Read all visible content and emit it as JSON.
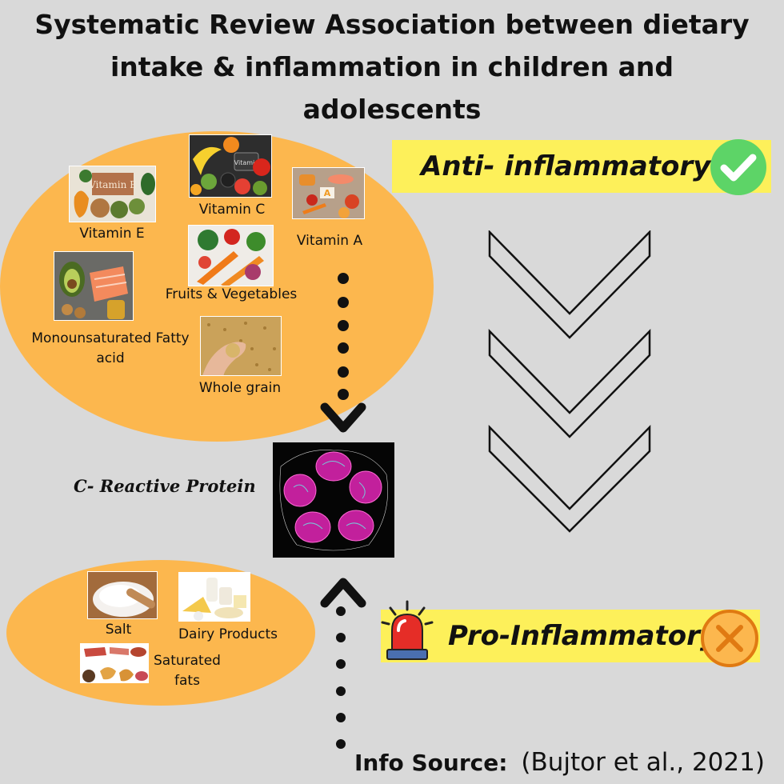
{
  "title": "Systematic Review Association between dietary intake & inflammation in children and adolescents",
  "anti": {
    "label": "Anti- inflammatory",
    "badge_color": "#5dd467",
    "items": {
      "vitamin_e": "Vitamin E",
      "vitamin_c": "Vitamin C",
      "vitamin_a": "Vitamin A",
      "fruits_vegetables": "Fruits & Vegetables",
      "mufa": "Monounsaturated Fatty acid",
      "whole_grain": "Whole grain"
    }
  },
  "crp": {
    "label": "C- Reactive Protein"
  },
  "pro": {
    "label": "Pro-Inflammatory",
    "badge_color": "#fcb74e",
    "items": {
      "salt": "Salt",
      "dairy": "Dairy Products",
      "saturated_fats": "Saturated fats"
    }
  },
  "source": {
    "label": "Info Source:",
    "citation": "(Bujtor et al., 2021)"
  },
  "colors": {
    "background": "#d9d9d9",
    "ellipse": "#fcb74e",
    "banner": "#fdf05a",
    "alarm_red": "#e52d27"
  }
}
